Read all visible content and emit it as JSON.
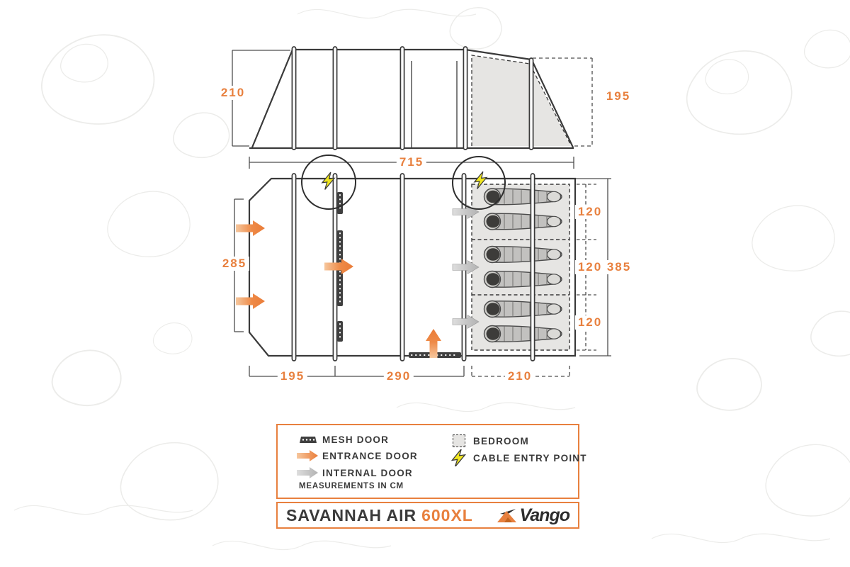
{
  "colors": {
    "accent_orange": "#e8803e",
    "ink": "#3a3a3a",
    "bedroom_gray": "#e6e5e3",
    "cable_yellow": "#f1e71f",
    "internal_gray": "#bdbdbd"
  },
  "elevation": {
    "height_left": "210",
    "height_right": "195"
  },
  "plan": {
    "total_length": "715",
    "porch_depth": "285",
    "front_width": "195",
    "living_width": "290",
    "bedroom_width": "210",
    "bedroom_total_depth": "385",
    "bedroom_sections": [
      {
        "depth": "120"
      },
      {
        "depth": "120"
      },
      {
        "depth": "120"
      }
    ]
  },
  "legend": {
    "items": [
      {
        "icon": "mesh-door-icon",
        "label": "MESH DOOR"
      },
      {
        "icon": "entrance-door-icon",
        "label": "ENTRANCE DOOR"
      },
      {
        "icon": "internal-door-icon",
        "label": "INTERNAL DOOR"
      },
      {
        "icon": "bedroom-icon",
        "label": "BEDROOM"
      },
      {
        "icon": "cable-entry-icon",
        "label": "CABLE ENTRY POINT"
      }
    ],
    "note": "MEASUREMENTS IN CM"
  },
  "footer": {
    "product_name": "SAVANNAH AIR",
    "product_model": "600XL",
    "brand": "Vango"
  }
}
